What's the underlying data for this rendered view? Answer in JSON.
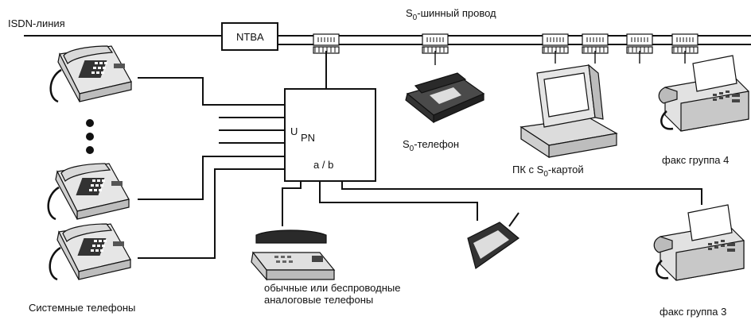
{
  "diagram": {
    "isdn_line": "ISDN-линия",
    "ntba": "NTBA",
    "bus": {
      "prefix": "S",
      "sub": "0",
      "suffix": "-шинный провод"
    },
    "pbx": {
      "u": "U",
      "pn": "PN",
      "ab": "a / b"
    },
    "s0_phone": {
      "prefix": "S",
      "sub": "0",
      "suffix": "-телефон"
    },
    "pc": {
      "prefix": "ПК с S",
      "sub": "0",
      "suffix": "-картой"
    },
    "fax4": "факс группа 4",
    "fax3": "факс группа 3",
    "analog_line1": "обычные или беспроводные",
    "analog_line2": "аналоговые телефоны",
    "system_phones": "Системные телефоны"
  }
}
